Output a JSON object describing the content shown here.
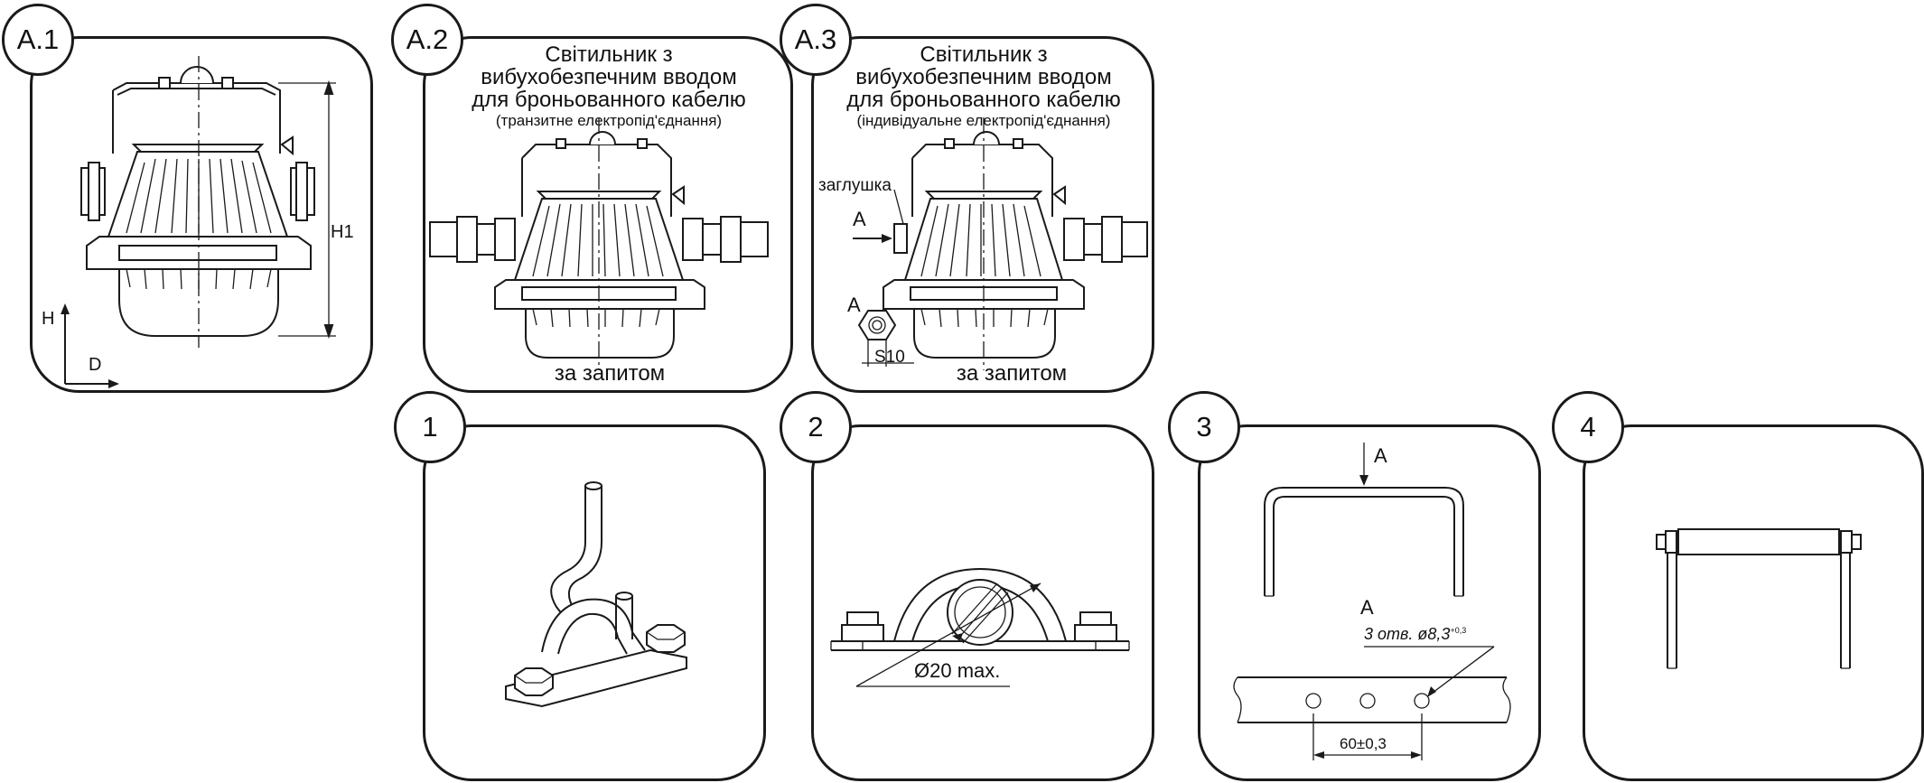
{
  "panels": {
    "a1": {
      "badge": "A.1",
      "dim_h1": "H1",
      "axis_h": "H",
      "axis_d": "D"
    },
    "a2": {
      "badge": "A.2",
      "title": [
        "Світильник з",
        "вибухобезпечним вводом",
        "для броньованного кабелю"
      ],
      "subtitle": "(транзитне електропід'єднання)",
      "caption": "за запитом"
    },
    "a3": {
      "badge": "A.3",
      "title": [
        "Світильник з",
        "вибухобезпечним вводом",
        "для броньованного кабелю"
      ],
      "subtitle": "(індивідуальне електропід'єднання)",
      "plug_label": "заглушка",
      "view_label": "A",
      "detail_label": "A",
      "wrench_size": "S10",
      "caption": "за запитом"
    },
    "p1": {
      "badge": "1"
    },
    "p2": {
      "badge": "2",
      "diameter": "Ø20 max."
    },
    "p3": {
      "badge": "3",
      "arrow_label": "A",
      "section_label": "A",
      "holes_note": "3 отв. ø8,3",
      "holes_tol": "+0,3",
      "pitch": "60±0,3"
    },
    "p4": {
      "badge": "4"
    }
  },
  "colors": {
    "line": "#1a1a1a",
    "background": "#ffffff"
  }
}
